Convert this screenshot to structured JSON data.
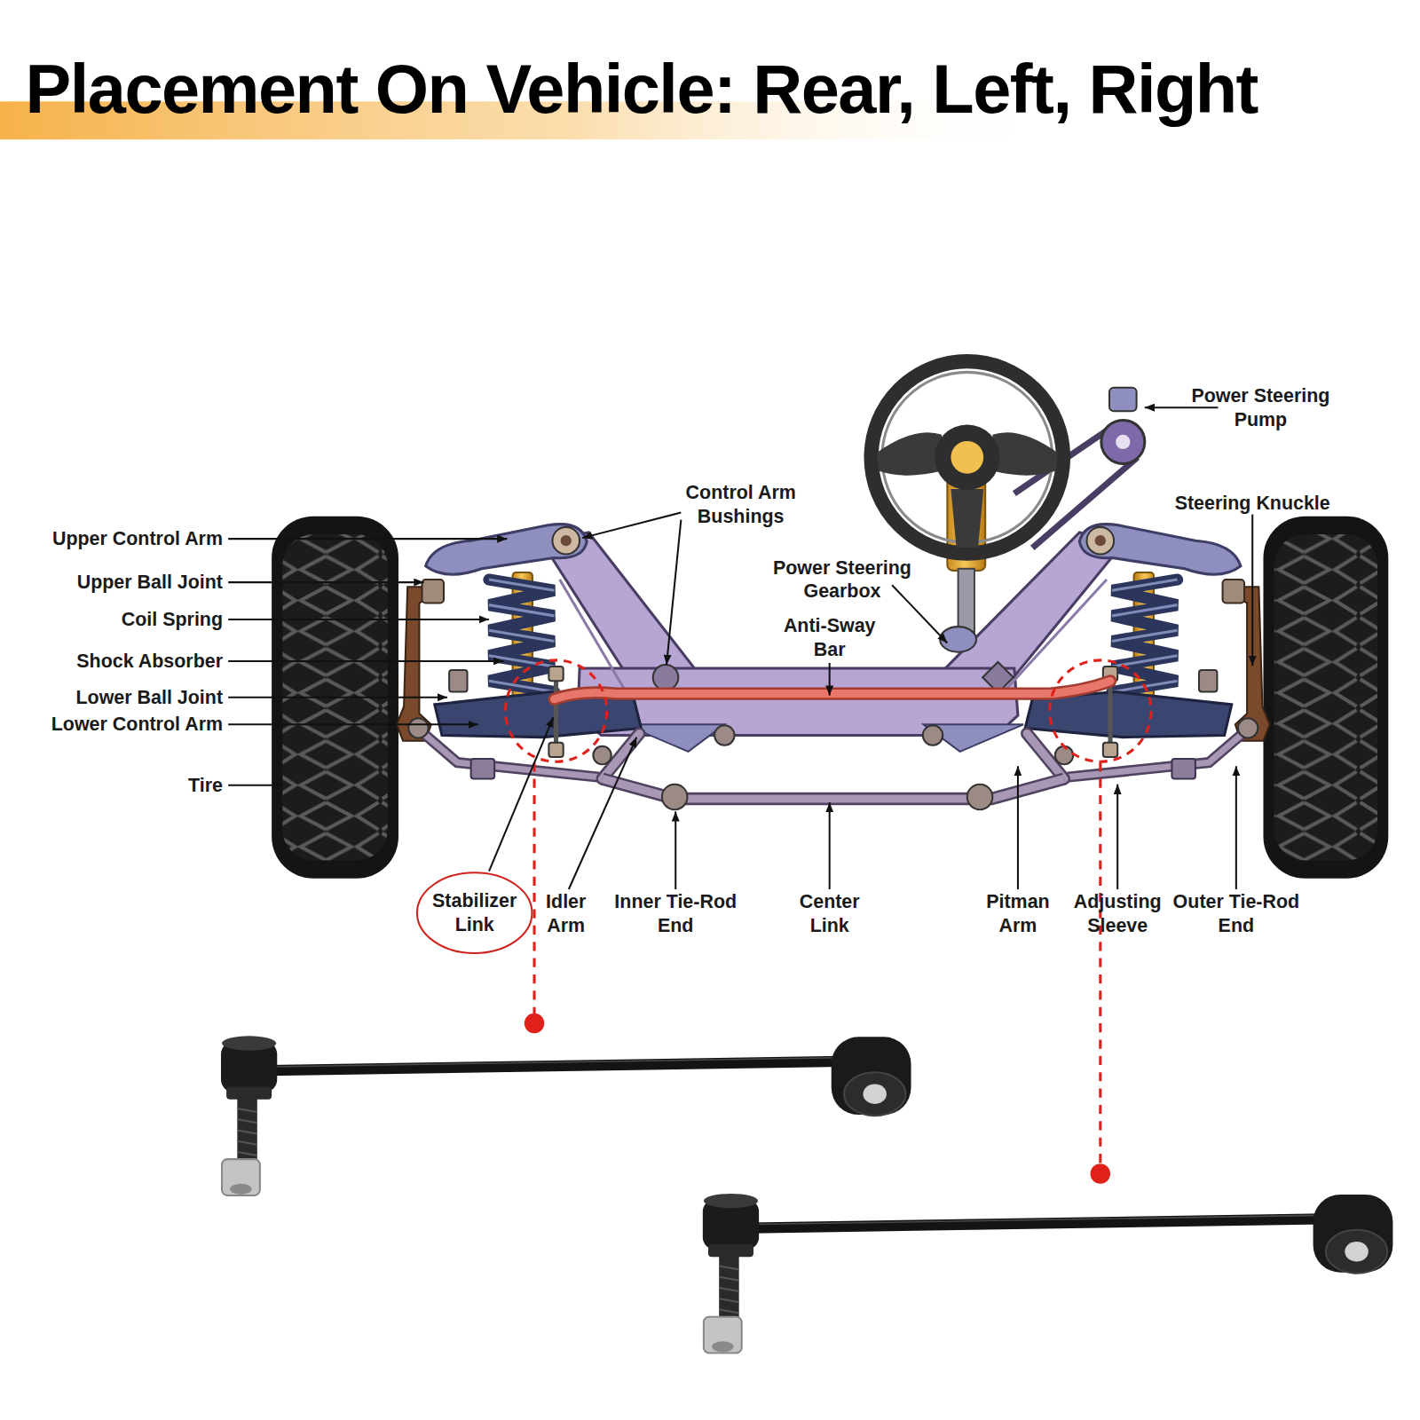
{
  "diagram": {
    "title": "Placement On Vehicle: Rear, Left, Right",
    "nodes": [
      {
        "text": [
          "Stabilizer Link"
        ]
      }
    ],
    "labels": [
      "Power Steering Pump",
      "Control Arm Bushings",
      "Steering Knuckle",
      "Upper Control Arm",
      "Power Steering Gearbox",
      "Upper Ball Joint",
      "Coil Spring",
      "Anti-Sway Bar",
      "Shock Absorber",
      "Lower Ball Joint",
      "Lower Control Arm",
      "Tire",
      "Idler Arm",
      "Inner Tie-Rod End",
      "Center Link",
      "Pitman Arm",
      "Adjusting Sleeve",
      "Outer Tie-Rod End"
    ]
  }
}
